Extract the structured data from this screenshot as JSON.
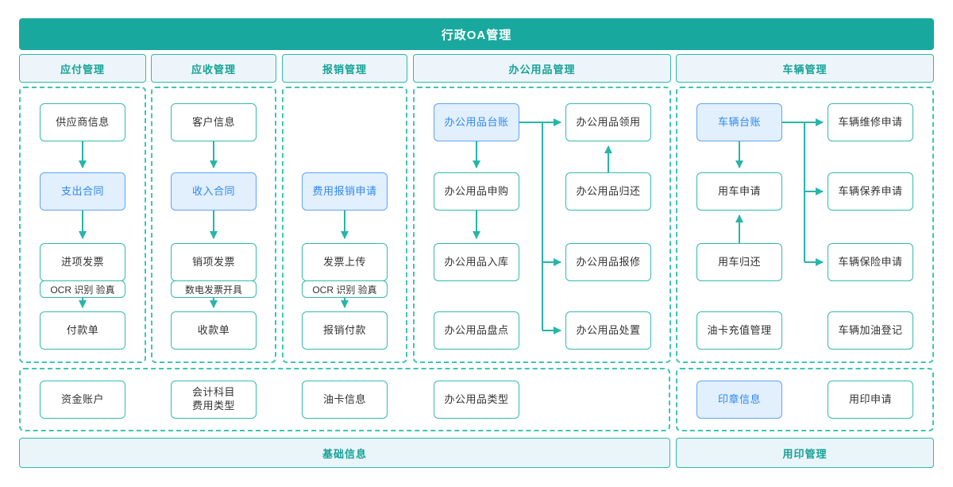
{
  "title": "行政OA管理",
  "colors": {
    "teal_bar": "#19a89d",
    "teal_border": "#34bcae",
    "teal_dashed": "#3fc4b6",
    "teal_text": "#17a398",
    "arrow": "#26b6a8",
    "header_bg": "#edf5fa",
    "blue_node_bg": "#e2effd",
    "blue_node_border": "#5fa4f4",
    "blue_node_text": "#2f89f2",
    "node_text": "#333333"
  },
  "sections": {
    "payable": {
      "header": "应付管理",
      "nodes": {
        "supplier": "供应商信息",
        "contract": "支出合同",
        "invoice": "进项发票",
        "invoice_sub": "OCR 识别 验真",
        "payment": "付款单"
      }
    },
    "receivable": {
      "header": "应收管理",
      "nodes": {
        "customer": "客户信息",
        "contract": "收入合同",
        "invoice": "销项发票",
        "invoice_sub": "数电发票开具",
        "receipt": "收款单"
      }
    },
    "reimburse": {
      "header": "报销管理",
      "nodes": {
        "apply": "费用报销申请",
        "upload": "发票上传",
        "upload_sub": "OCR 识别 验真",
        "pay": "报销付款"
      }
    },
    "office": {
      "header": "办公用品管理",
      "nodes": {
        "ledger": "办公用品台账",
        "purchase": "办公用品申购",
        "inbound": "办公用品入库",
        "stocktake": "办公用品盘点",
        "collect": "办公用品领用",
        "return": "办公用品归还",
        "repair": "办公用品报修",
        "dispose": "办公用品处置"
      }
    },
    "vehicle": {
      "header": "车辆管理",
      "nodes": {
        "ledger": "车辆台账",
        "apply": "用车申请",
        "return": "用车归还",
        "fuel_card": "油卡充值管理",
        "repair": "车辆维修申请",
        "maintain": "车辆保养申请",
        "insurance": "车辆保险申请",
        "fuel_log": "车辆加油登记"
      }
    }
  },
  "footer": {
    "base_info": {
      "bar": "基础信息",
      "nodes": {
        "fund_account": "资金账户",
        "subject_type": "会计科目\n费用类型",
        "oil_card": "油卡信息",
        "office_type": "办公用品类型"
      }
    },
    "seal": {
      "bar": "用印管理",
      "nodes": {
        "seal_info": "印章信息",
        "seal_apply": "用印申请"
      }
    }
  }
}
